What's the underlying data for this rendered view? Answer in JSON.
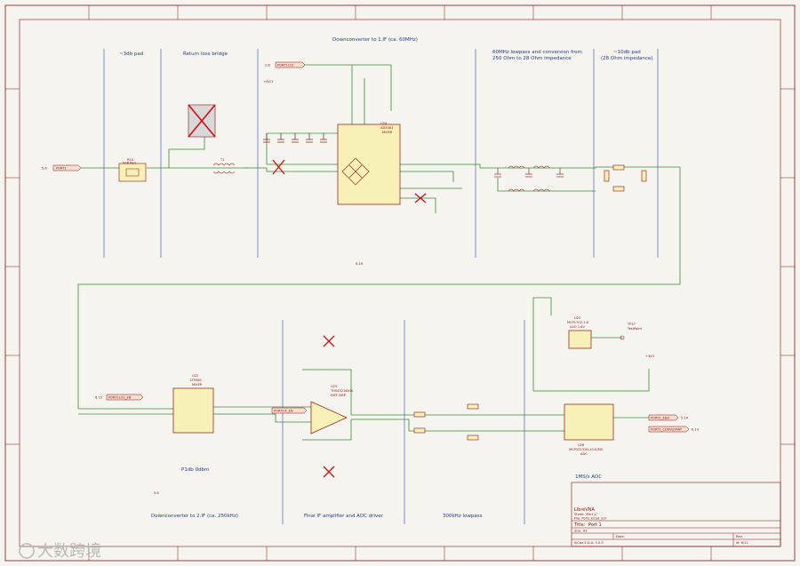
{
  "sections": {
    "pad3": "~3db pad",
    "bridge": "Return loss bridge",
    "downconv1": "Downconverter to 1.IF (ca. 60MHz)",
    "lowpass60": "60MHz lowpass and conversion from",
    "lowpass60b": "250 Ohm to 28 Ohm impedance",
    "pad10": "~10db pad",
    "pad10b": "(28 Ohm impedance)",
    "downconv2": "Downconverter to 2.IF (ca. 250kHz)",
    "finalif": "Final IF amplifier and ADC driver",
    "lp300": "300kHz lowpass",
    "adc": "1MS/s ADC",
    "p1db": "P1db 0dbm"
  },
  "components": {
    "r10": "R10",
    "r10v": "5dB Pad",
    "u24": "U24",
    "u24v": "AD5381",
    "u24t": "MIXER",
    "u22": "U22",
    "u22v": "LT5560",
    "u22t": "MIXER",
    "u23": "U23",
    "u23v": "THS4521IDGK",
    "u23t": "DIFF AMP",
    "u26": "U26",
    "u26v": "MCP33131D-10-E/MS",
    "u26t": "ADC",
    "u25": "U25",
    "u25v": "MCP1702-1.8",
    "u25t": "LDO 1.8V",
    "t1": "T1",
    "tp": "TP17",
    "tpv": "TestPoint"
  },
  "ports": {
    "port1": "PORT1",
    "pin_a": "5.A",
    "port1lo": "PORT1LO1",
    "pin_b": "2.B",
    "port1lo2": "PORT1LO2_EN",
    "port1if": "PORT1IF_EN",
    "port1sdo": "PORT1_SDO",
    "sdo_pin": "5.14",
    "port1conv": "PORT1_CONVSTART",
    "conv_pin": "6.14",
    "pin_c": "6.15",
    "pin_d": "5.6",
    "pin_e": "8.16",
    "v5": "+5V/1",
    "v3": "+3V3"
  },
  "title_block": {
    "org": "LibreVNA",
    "sheet": "Sheet: /Port 1/",
    "file": "File: Port1.kicad_sch",
    "title_label": "Title:",
    "title": "Port 1",
    "size": "Size: A3",
    "date": "Date:",
    "kicad": "KiCad E.D.A. 5.0.5",
    "rev_label": "Rev:",
    "id": "Id: 6/11"
  },
  "watermark": "大数跨境",
  "colors": {
    "wire": "#3a8a3a",
    "component": "#8a1010",
    "section": "#263a86",
    "cross": "#cc1111",
    "border": "#8a1010"
  }
}
